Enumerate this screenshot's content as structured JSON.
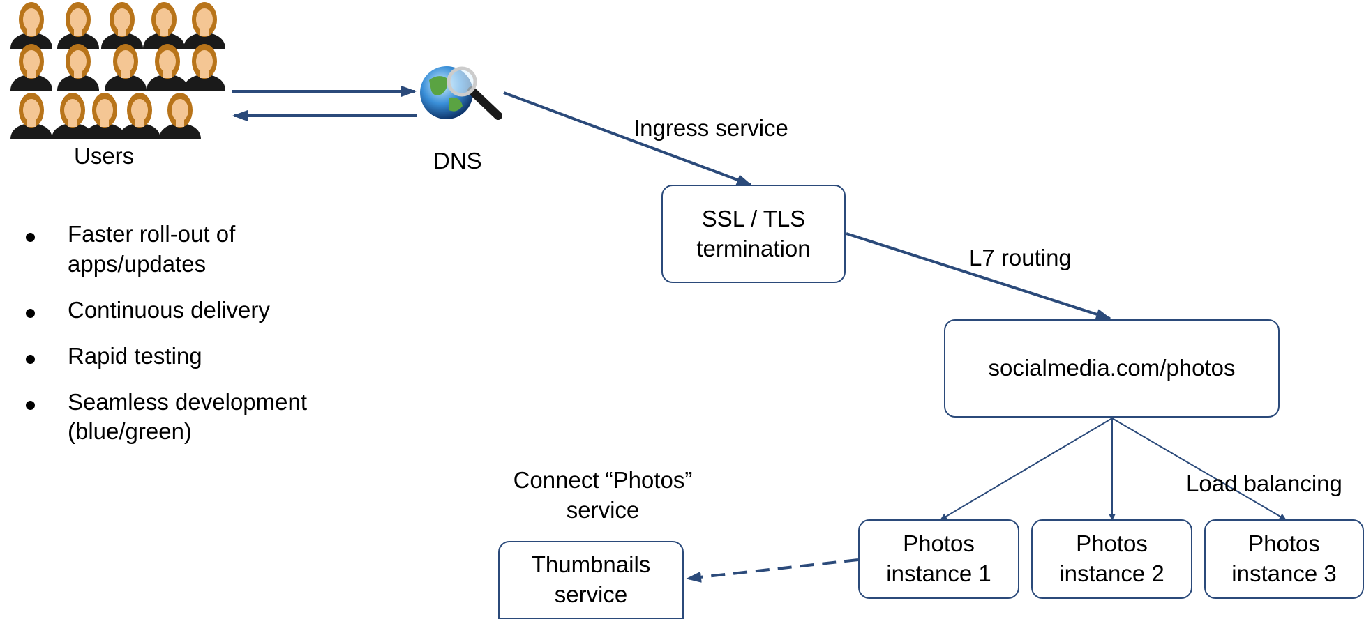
{
  "nodes": {
    "users": "Users",
    "dns": "DNS",
    "ssl_line1": "SSL / TLS",
    "ssl_line2": "termination",
    "socialmedia": "socialmedia.com/photos",
    "photos1_line1": "Photos",
    "photos1_line2": "instance 1",
    "photos2_line1": "Photos",
    "photos2_line2": "instance 2",
    "photos3_line1": "Photos",
    "photos3_line2": "instance 3",
    "thumb_line1": "Thumbnails",
    "thumb_line2": "service"
  },
  "edge_labels": {
    "ingress": "Ingress service",
    "l7": "L7 routing",
    "lb": "Load balancing",
    "connect_line1": "Connect “Photos”",
    "connect_line2": "service"
  },
  "bullets": [
    {
      "line1": "Faster roll-out of",
      "line2": "apps/updates"
    },
    {
      "line1": "Continuous delivery",
      "line2": ""
    },
    {
      "line1": "Rapid testing",
      "line2": ""
    },
    {
      "line1": "Seamless development",
      "line2": "(blue/green)"
    }
  ],
  "icons": {
    "users": "users-crowd-icon",
    "dns": "globe-magnifier-icon"
  },
  "colors": {
    "connector": "#2b4a7a",
    "hair": "#b8741a",
    "skin": "#f4c694",
    "shirt": "#1a1a1a"
  }
}
